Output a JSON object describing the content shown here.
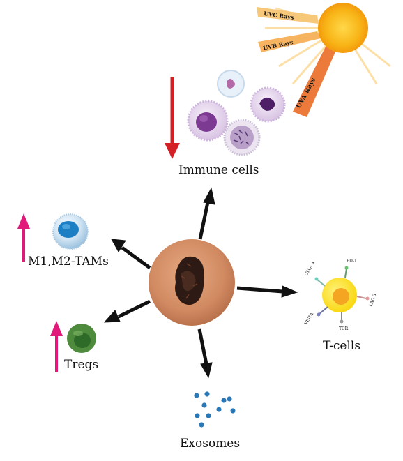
{
  "labels": {
    "immune_cells": "Immune cells",
    "m1_m2_tams": "M1,M2-TAMs",
    "t_cells": "T-cells",
    "tregs": "Tregs",
    "exosomes": "Exosomes"
  },
  "sun_rays": {
    "uvc": "UVC Rays",
    "uvb": "UVB Rays",
    "uva": "UVA Rays"
  },
  "receptors": {
    "ctla4": "CTLA-4",
    "pd1": "PD-1",
    "lag3": "LAG-3",
    "vista": "VISTA",
    "tcr": "TCR"
  },
  "indicators": {
    "immune_cells": "decrease",
    "m1_m2_tams": "increase",
    "tregs": "increase"
  },
  "colors": {
    "arrow": "#111111",
    "down_arrow": "#d32026",
    "up_arrow": "#e0197b",
    "sun": "#f5a70f",
    "uva_ray": "#ec7a3a",
    "tcell_yellow": "#fde12b",
    "tcell_core": "#f4a623",
    "treg_outer": "#4f8b3d",
    "treg_inner": "#2e6a28",
    "tam_blue": "#1c7fc4",
    "exosome_blue": "#2b78b6"
  },
  "icons": [
    "sun-icon",
    "immune-cells-icon",
    "melanoma-lesion-icon",
    "tam-cell-icon",
    "treg-cell-icon",
    "t-cell-icon",
    "exosomes-icon"
  ]
}
